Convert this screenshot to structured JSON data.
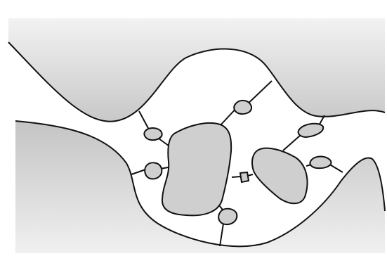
{
  "diagram": {
    "description_text": "",
    "colors": {
      "background": "#ffffff",
      "grain_fill_light": "#ededed",
      "grain_fill_dark": "#c4c4c4",
      "particle_fill": "#cfcfcf",
      "outline": "#111111",
      "pore_fill": "#ffffff"
    },
    "components": {
      "upper_grain": "upper-grain",
      "lower_grain": "lower-grain",
      "pore_space": "pore-space",
      "large_particles": [
        "large-particle-left",
        "large-particle-right"
      ],
      "small_particles": [
        "small-particle-1",
        "small-particle-2",
        "small-particle-3",
        "small-particle-4",
        "small-particle-5",
        "small-particle-6",
        "small-particle-7"
      ],
      "bridges": "capillary-bridges"
    }
  }
}
